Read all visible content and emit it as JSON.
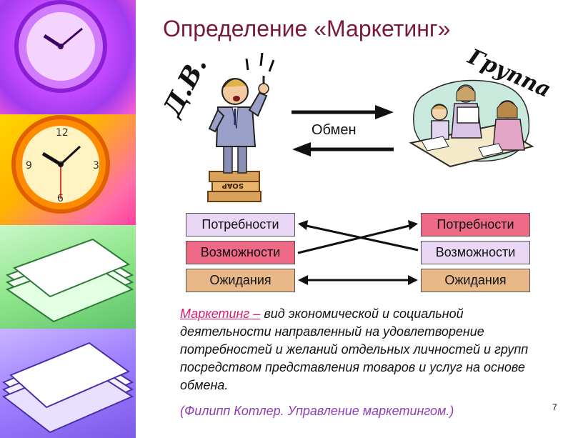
{
  "slide": {
    "title": "Определение «Маркетинг»",
    "label_left": "Д.В.",
    "label_right": "Группа",
    "exchange_label": "Обмен",
    "left_boxes": [
      "Потребности",
      "Возможности",
      "Ожидания"
    ],
    "right_boxes": [
      "Потребности",
      "Возможности",
      "Ожидания"
    ],
    "definition_term": "Маркетинг –",
    "definition_text": " вид экономической и социальной деятельности направленный на удовлетворение потребностей и желаний отдельных личностей и групп посредством представления товаров и услуг на основе обмена.",
    "citation": "(Филипп Котлер. Управление маркетингом.)",
    "page_number": "7",
    "book_label": "SOAP"
  },
  "colors": {
    "title": "#7a1a3a",
    "term": "#d81b6f",
    "citation": "#8e3fb5",
    "box_lavender": "#ead7f6",
    "box_pink": "#ee6a86",
    "box_tan": "#e9b889"
  },
  "icons": [
    "clock-icon",
    "clock-icon",
    "paper-stack-icon",
    "paper-stack-icon",
    "speaker-man-icon",
    "group-reading-icon"
  ]
}
